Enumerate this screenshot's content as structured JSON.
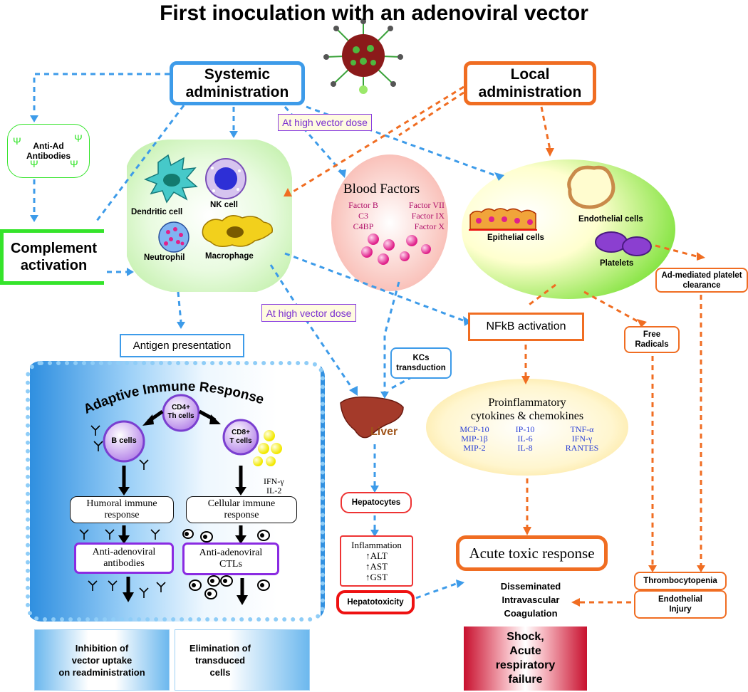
{
  "title": "First inoculation with an adenoviral vector",
  "systemic": {
    "line1": "Systemic",
    "line2": "administration"
  },
  "local": {
    "line1": "Local",
    "line2": "administration"
  },
  "high_dose_1": "At high vector dose",
  "high_dose_2": "At high vector dose",
  "anti_ad": {
    "line1": "Anti-Ad",
    "line2": "Antibodies"
  },
  "complement": {
    "line1": "Complement",
    "line2": "activation"
  },
  "innate_cells": {
    "dendritic": "Dendritic cell",
    "nk": "NK cell",
    "neutrophil": "Neutrophil",
    "macrophage": "Macrophage"
  },
  "blood_factors": {
    "title": "Blood Factors",
    "left": [
      "Factor B",
      "C3",
      "C4BP"
    ],
    "right": [
      "Factor VII",
      "Factor IX",
      "Factor X"
    ]
  },
  "tissue": {
    "endothelial": "Endothelial cells",
    "epithelial": "Epithelial cells",
    "platelets": "Platelets"
  },
  "antigen_presentation": "Antigen presentation",
  "nfkb": "NFkB activation",
  "kcs": {
    "line1": "KCs",
    "line2": "transduction"
  },
  "liver": "Liver",
  "platelet_clearance": {
    "line1": "Ad-mediated platelet",
    "line2": "clearance"
  },
  "free_radicals": {
    "line1": "Free",
    "line2": "Radicals"
  },
  "cytokines": {
    "title1": "Proinflammatory",
    "title2": "cytokines & chemokines",
    "col1": [
      "MCP-10",
      "MIP-1β",
      "MIP-2"
    ],
    "col2": [
      "IP-10",
      "IL-6",
      "IL-8"
    ],
    "col3": [
      "TNF-α",
      "IFN-γ",
      "RANTES"
    ]
  },
  "adaptive": {
    "title": "Adaptive Immune Response",
    "cd4": {
      "line1": "CD4+",
      "line2": "Th cells"
    },
    "bcells": "B cells",
    "cd8": {
      "line1": "CD8+",
      "line2": "T cells"
    },
    "ifn": "IFN-γ",
    "il2": "IL-2",
    "humoral": {
      "line1": "Humoral immune",
      "line2": "response"
    },
    "cellular": {
      "line1": "Cellular immune",
      "line2": "response"
    },
    "anti_antibodies": {
      "line1": "Anti-adenoviral",
      "line2": "antibodies"
    },
    "anti_ctls": {
      "line1": "Anti-adenoviral",
      "line2": "CTLs"
    }
  },
  "hepatocytes": "Hepatocytes",
  "inflammation": [
    "Inflammation",
    "↑ALT",
    "↑AST",
    "↑GST"
  ],
  "hepatotoxicity": "Hepatotoxicity",
  "acute": "Acute toxic response",
  "dic": [
    "Disseminated",
    "Intravascular",
    "Coagulation"
  ],
  "thrombocytopenia": "Thrombocytopenia",
  "endothelial_injury": {
    "line1": "Endothelial",
    "line2": "Injury"
  },
  "shock": [
    "Shock,",
    "Acute",
    "respiratory",
    "failure"
  ],
  "inhibition": [
    "Inhibition of",
    "vector uptake",
    "on readministration"
  ],
  "elimination": [
    "Elimination of",
    "transduced",
    "cells"
  ],
  "colors": {
    "blue": "#3d9be9",
    "orange": "#f06d22",
    "green": "#35e42b",
    "purple": "#8a2be2",
    "red": "#e11111"
  }
}
